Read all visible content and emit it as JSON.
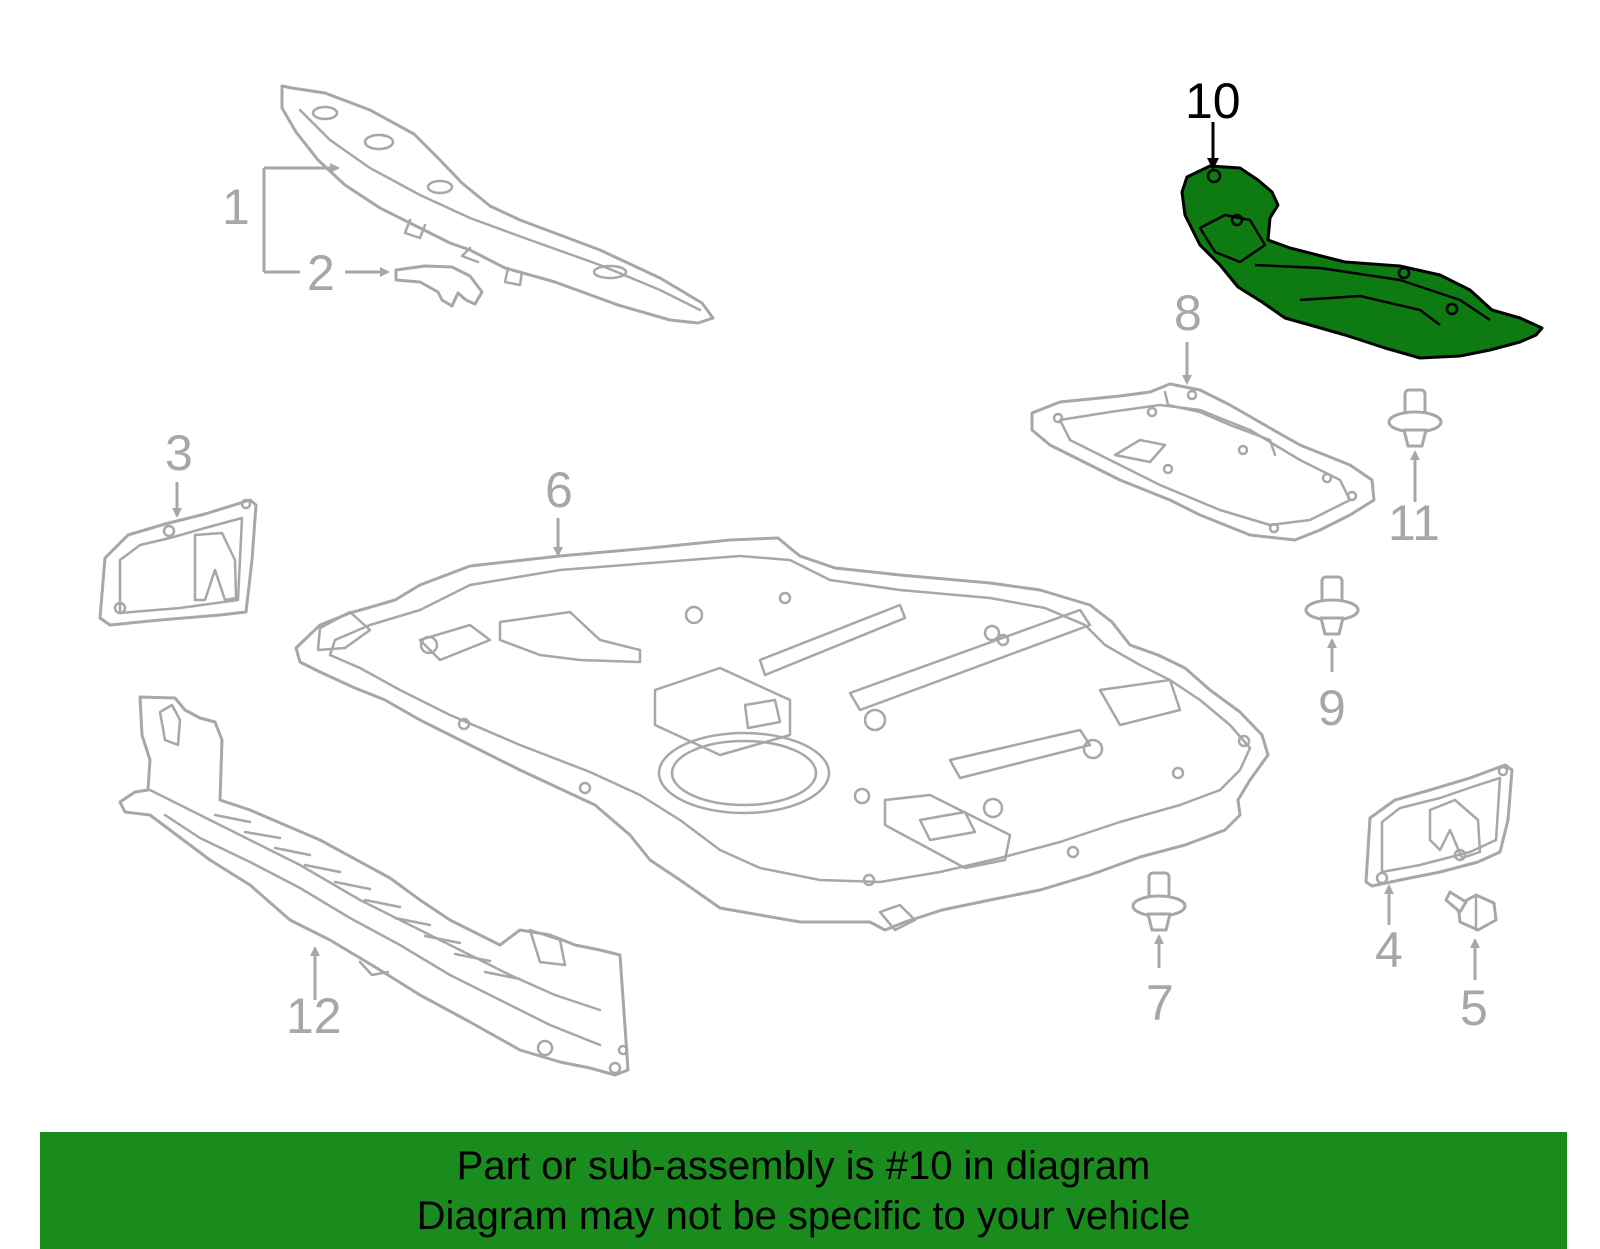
{
  "colors": {
    "highlight": "#0e7a12",
    "banner": "#1a8c1d",
    "outline": "#a7a7a7"
  },
  "callouts": {
    "c1": "1",
    "c2": "2",
    "c3": "3",
    "c4": "4",
    "c5": "5",
    "c6": "6",
    "c7": "7",
    "c8": "8",
    "c9": "9",
    "c10": "10",
    "c11": "11",
    "c12": "12"
  },
  "highlighted_part": "10",
  "banner": {
    "line1": "Part or sub-assembly is #10 in diagram",
    "line2": "Diagram may not be specific to your vehicle"
  }
}
